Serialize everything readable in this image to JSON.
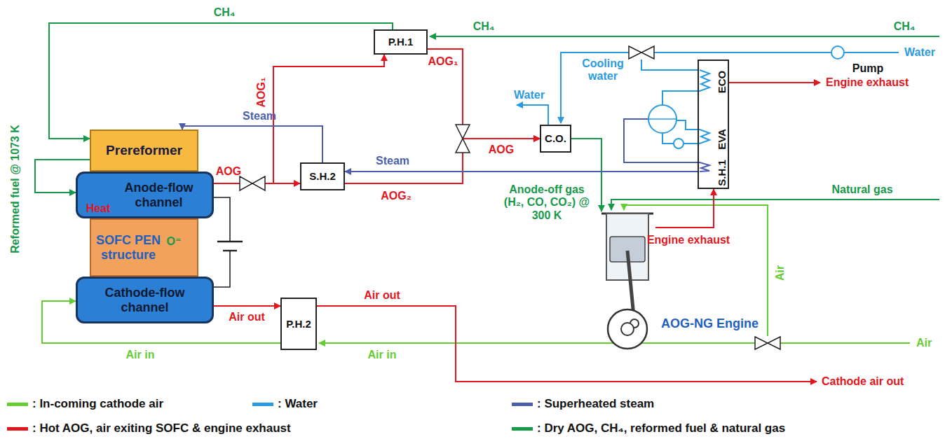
{
  "diagram": {
    "nodes": [
      {
        "text": [
          "Prereformer"
        ]
      },
      {
        "text": [
          "Anode-flow channel"
        ]
      },
      {
        "text": [
          "SOFC PEN structure"
        ]
      },
      {
        "text": [
          "Cathode-flow channel"
        ]
      },
      {
        "text": [
          "P.H.1"
        ]
      },
      {
        "text": [
          "S.H.2"
        ]
      },
      {
        "text": [
          "C.O."
        ]
      },
      {
        "text": [
          "P.H.2"
        ]
      },
      {
        "text": [
          "ECO",
          "EVA",
          "S.H.1"
        ]
      },
      {
        "text": [
          "AOG-NG Engine"
        ]
      }
    ],
    "edges": [
      {
        "from": 4,
        "to": 0,
        "arrow": "to",
        "label": "CH₄"
      },
      {
        "from": 0,
        "to": 1,
        "arrow": "to"
      },
      {
        "from": 1,
        "to": 5,
        "arrow": "to",
        "label": "AOG"
      },
      {
        "from": 1,
        "to": 4,
        "arrow": "to",
        "label": "AOG₁"
      },
      {
        "from": 4,
        "to": 6,
        "arrow": "to",
        "label": "AOG₁"
      },
      {
        "from": 5,
        "to": 6,
        "arrow": "to",
        "label": "AOG₂"
      },
      {
        "from": 6,
        "to": 9,
        "arrow": "to",
        "label": "Anode-off gas (H₂, CO, CO₂) @ 300 K"
      },
      {
        "from": 8,
        "to": 5,
        "arrow": "to",
        "label": "Steam"
      },
      {
        "from": 5,
        "to": 0,
        "arrow": "to",
        "label": "Steam"
      },
      {
        "from": 9,
        "to": 8,
        "arrow": "to",
        "label": "Engine exhaust"
      },
      {
        "from": 3,
        "to": 7,
        "arrow": "to",
        "label": "Air out"
      },
      {
        "from": 7,
        "to": 3,
        "arrow": "to",
        "label": "Air in"
      }
    ],
    "labels": [
      "CH₄",
      "CH₄",
      "Cooling water",
      "Water",
      "Pump",
      "Water",
      "Engine exhaust",
      "AOG",
      "Reformed fuel @ 1073 K",
      "Heat",
      "O⁼",
      "Natural gas",
      "Air",
      "Air in",
      "Air out",
      "Air",
      "Cathode air out"
    ],
    "legend": [
      {
        "text": ": In-coming cathode air",
        "color": "#66cc33"
      },
      {
        "text": ": Water",
        "color": "#2a9be0"
      },
      {
        "text": ": Superheated steam",
        "color": "#4b5fae"
      },
      {
        "text": ": Hot AOG, air exiting SOFC & engine exhaust",
        "color": "#e3161d"
      },
      {
        "text": ": Dry AOG, CH₄, reformed fuel & natural gas",
        "color": "#17994a"
      }
    ]
  }
}
